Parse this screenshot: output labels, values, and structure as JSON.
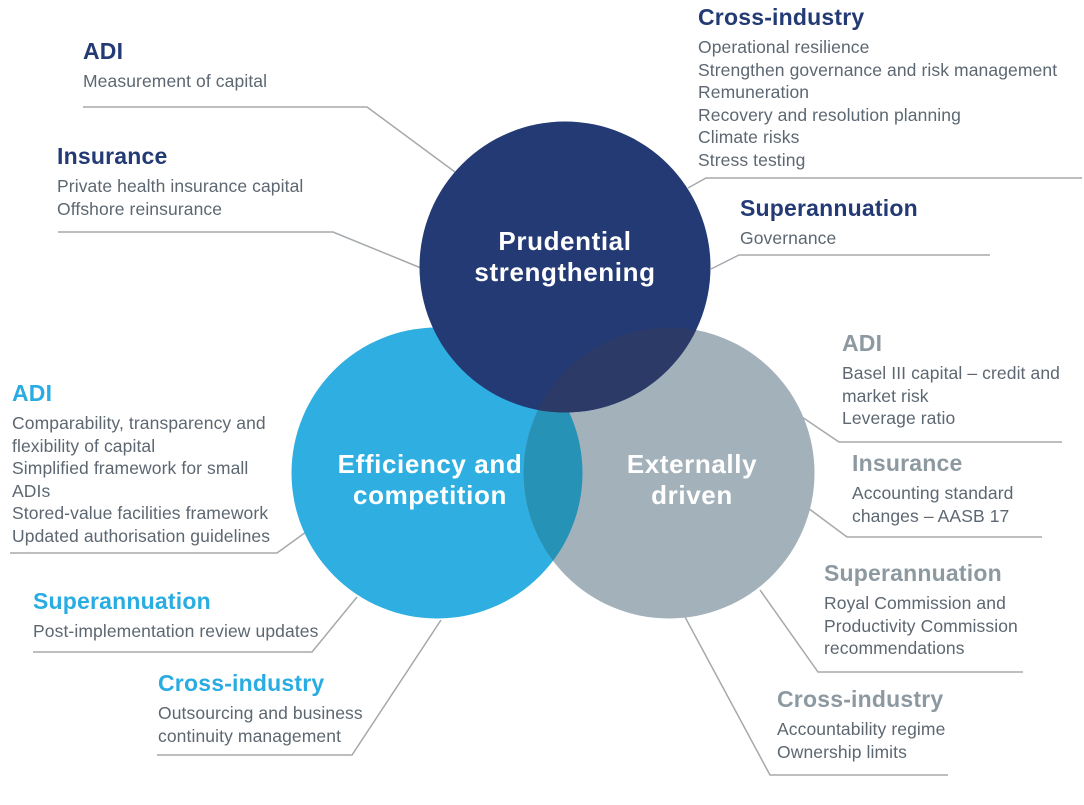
{
  "palette": {
    "navy": "#233A75",
    "cyan": "#29ACE2",
    "gray_heading": "#8D99A1",
    "body_text": "#5D6771",
    "leader_line": "#A5A9AC",
    "white": "#FFFFFF",
    "overlap_blue_gray": "#2592B6",
    "overlap_navy_gray": "#2C3A67"
  },
  "circles": [
    {
      "name": "prudential-strengthening",
      "lines": [
        "Prudential",
        "strengthening"
      ],
      "color": "#233A75"
    },
    {
      "name": "efficiency-and-competition",
      "lines": [
        "Efficiency and",
        "competition"
      ],
      "color": "#2FAFE1"
    },
    {
      "name": "externally-driven",
      "lines": [
        "Externally",
        "driven"
      ],
      "color": "#A3B1BA"
    }
  ],
  "callouts": [
    {
      "group": "prudential-strengthening",
      "heading": "ADI",
      "items": [
        "Measurement of capital"
      ]
    },
    {
      "group": "prudential-strengthening",
      "heading": "Insurance",
      "items": [
        "Private health insurance capital",
        "Offshore reinsurance"
      ]
    },
    {
      "group": "prudential-strengthening",
      "heading": "Cross-industry",
      "items": [
        "Operational resilience",
        "Strengthen governance and risk management",
        "Remuneration",
        "Recovery and resolution planning",
        "Climate risks",
        "Stress testing"
      ]
    },
    {
      "group": "prudential-strengthening",
      "heading": "Superannuation",
      "items": [
        "Governance"
      ]
    },
    {
      "group": "externally-driven",
      "heading": "ADI",
      "items": [
        "Basel III capital – credit and",
        "market risk",
        "Leverage ratio"
      ]
    },
    {
      "group": "externally-driven",
      "heading": "Insurance",
      "items": [
        "Accounting standard",
        "changes – AASB 17"
      ]
    },
    {
      "group": "externally-driven",
      "heading": "Superannuation",
      "items": [
        "Royal Commission and",
        "Productivity Commission",
        "recommendations"
      ]
    },
    {
      "group": "externally-driven",
      "heading": "Cross-industry",
      "items": [
        "Accountability regime",
        "Ownership limits"
      ]
    },
    {
      "group": "efficiency-and-competition",
      "heading": "ADI",
      "items": [
        "Comparability, transparency and",
        "flexibility of capital",
        "Simplified framework for small",
        "ADIs",
        "Stored-value facilities framework",
        "Updated authorisation guidelines"
      ]
    },
    {
      "group": "efficiency-and-competition",
      "heading": "Superannuation",
      "items": [
        "Post-implementation review updates"
      ]
    },
    {
      "group": "efficiency-and-competition",
      "heading": "Cross-industry",
      "items": [
        "Outsourcing and business",
        "continuity management"
      ]
    }
  ]
}
